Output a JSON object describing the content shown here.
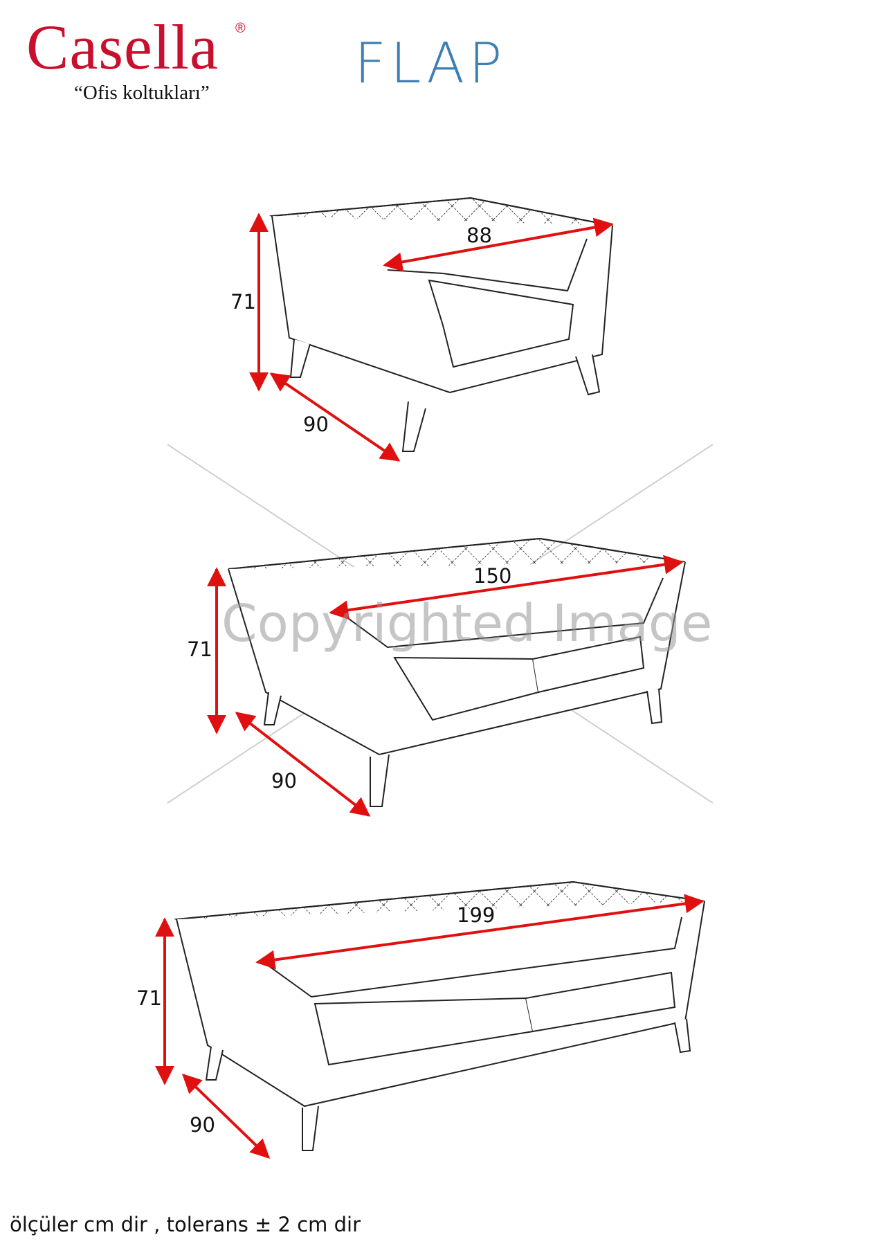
{
  "brand": {
    "name": "Casella",
    "registered_mark": "®",
    "tagline": "“Ofis koltukları”",
    "color": "#c8102e"
  },
  "product": {
    "title": "FLAP",
    "title_color": "#3d7fb3"
  },
  "drawings": [
    {
      "id": "armchair",
      "width_label": "88",
      "height_label": "71",
      "depth_label": "90"
    },
    {
      "id": "two-seater",
      "width_label": "150",
      "height_label": "71",
      "depth_label": "90"
    },
    {
      "id": "three-seater",
      "width_label": "199",
      "height_label": "71",
      "depth_label": "90"
    }
  ],
  "watermark": "Copyrighted Image",
  "footer_note": "ölçüler cm dir , tolerans ± 2 cm dir",
  "colors": {
    "dimension_arrow": "#e01010",
    "outline": "#222222",
    "watermark": "#b0b0b0"
  }
}
